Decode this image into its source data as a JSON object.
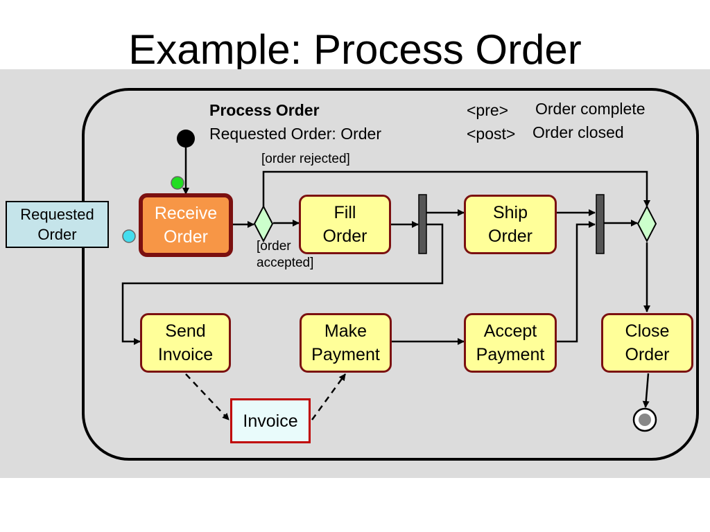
{
  "title": "Example: Process Order",
  "activity": {
    "name": "Process Order",
    "parameter_signature": "Requested Order: Order",
    "pre_tag": "<pre>",
    "pre_condition": "Order complete",
    "post_tag": "<post>",
    "post_condition": "Order closed"
  },
  "input_parameter": {
    "label": "Requested\nOrder"
  },
  "actions": {
    "receive_order": "Receive\nOrder",
    "fill_order": "Fill\nOrder",
    "ship_order": "Ship\nOrder",
    "send_invoice": "Send\nInvoice",
    "make_payment": "Make\nPayment",
    "accept_payment": "Accept\nPayment",
    "close_order": "Close\nOrder"
  },
  "object_node": {
    "label": "Invoice"
  },
  "guards": {
    "rejected": "[order rejected]",
    "accepted": "[order\naccepted]"
  },
  "colors": {
    "canvas": "#dcdcdc",
    "action_fill": "#ffff99",
    "action_border": "#7b1010",
    "active_action_fill": "#f79646",
    "parameter_fill": "#c5e4ea",
    "object_fill": "#e9fbfb",
    "decision_fill": "#ccffcc",
    "pin_green": "#22dd22",
    "pin_cyan": "#44ddee",
    "fork_bar": "#555555"
  }
}
